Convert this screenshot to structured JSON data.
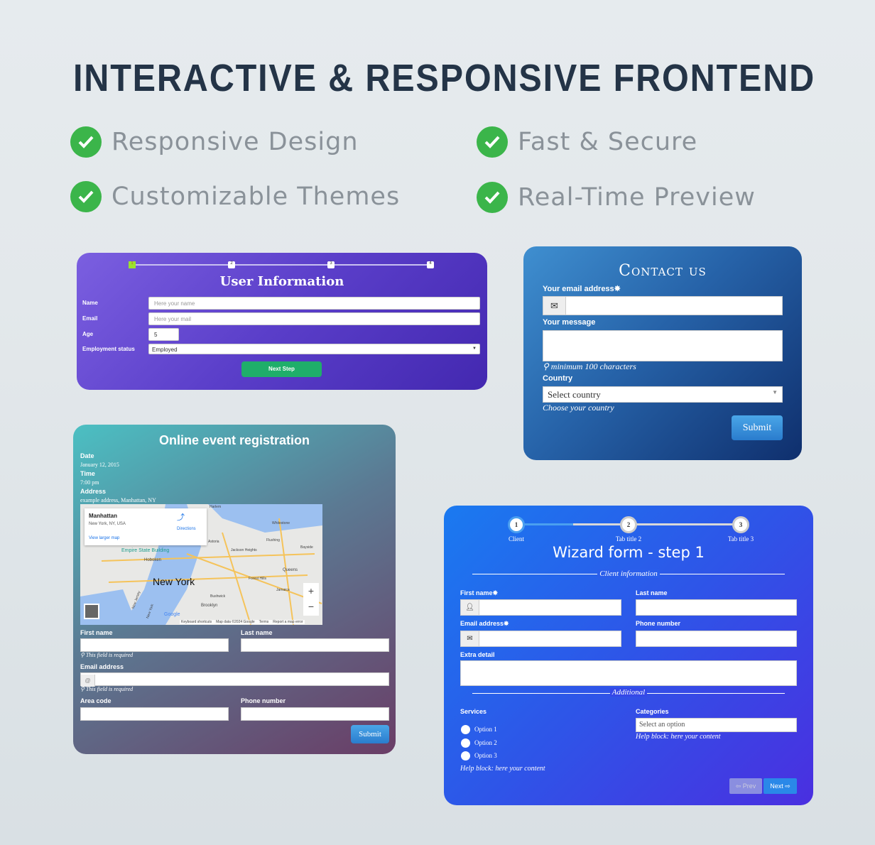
{
  "headline": "INTERACTIVE & RESPONSIVE FRONTEND",
  "features": [
    "Responsive Design",
    "Fast & Secure",
    "Customizable Themes",
    "Real-Time Preview"
  ],
  "user_form": {
    "steps": [
      "1",
      "2",
      "3",
      "4"
    ],
    "title": "User Information",
    "name_label": "Name",
    "name_placeholder": "Here your name",
    "email_label": "Email",
    "email_placeholder": "Here your mail",
    "age_label": "Age",
    "age_value": "5",
    "status_label": "Employment status",
    "status_value": "Employed",
    "next": "Next Step"
  },
  "contact": {
    "title": "Contact us",
    "email_label": "Your email address",
    "message_label": "Your message",
    "message_help": "minimum 100 characters",
    "country_label": "Country",
    "country_value": "Select country",
    "country_help": "Choose your country",
    "submit": "Submit"
  },
  "event": {
    "title": "Online event registration",
    "date_label": "Date",
    "date_value": "January 12, 2015",
    "time_label": "Time",
    "time_value": "7:00 pm",
    "address_label": "Address",
    "address_value": "example address, Manhattan, NY",
    "map": {
      "place": "Manhattan",
      "place_sub": "New York, NY, USA",
      "directions": "Directions",
      "larger": "View larger map",
      "city": "New York",
      "labels": [
        "Harlem",
        "Whitestone",
        "Astoria",
        "Flushing",
        "Bayside",
        "Jackson Heights",
        "Empire State Building",
        "Hoboken",
        "Queens",
        "Forest Hills",
        "Jamaica",
        "Bushwick",
        "Brooklyn",
        "New Jersey",
        "New York"
      ],
      "footer": [
        "Keyboard shortcuts",
        "Map data ©2024 Google",
        "Terms",
        "Report a map error"
      ],
      "google": "Google"
    },
    "first_name": "First name",
    "last_name": "Last name",
    "required": "This field is required",
    "email_label": "Email address",
    "email_prefix": "@",
    "area_code": "Area code",
    "phone": "Phone number",
    "submit": "Submit"
  },
  "wizard": {
    "steps": [
      {
        "n": "1",
        "label": "Client"
      },
      {
        "n": "2",
        "label": "Tab title 2"
      },
      {
        "n": "3",
        "label": "Tab title 3"
      }
    ],
    "title": "Wizard form - step 1",
    "section1": "Client information",
    "first_name": "First name",
    "last_name": "Last name",
    "email": "Email address",
    "phone": "Phone number",
    "extra": "Extra detail",
    "section2": "Additional",
    "services": "Services",
    "options": [
      "Option 1",
      "Option 2",
      "Option 3"
    ],
    "help": "Help block: here your content",
    "categories": "Categories",
    "categories_placeholder": "Select an option",
    "cat_help": "Help block: here your content",
    "prev": "Prev",
    "next": "Next"
  }
}
